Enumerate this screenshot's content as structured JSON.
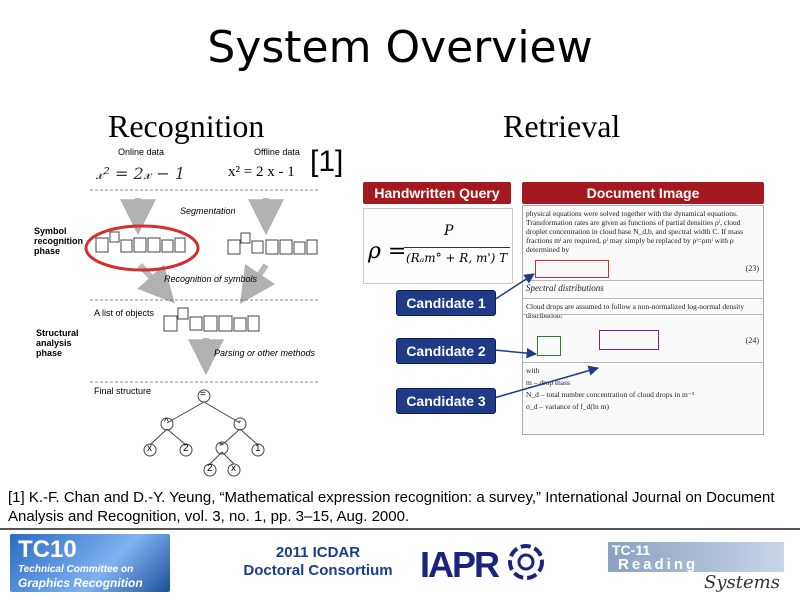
{
  "title": "System Overview",
  "recognition": {
    "heading": "Recognition",
    "online_label": "Online data",
    "offline_label": "Offline data",
    "online_expr": "𝓍² = 2𝓍 − 1",
    "offline_expr": "x² = 2 x - 1",
    "segmentation": "Segmentation",
    "phase1": [
      "Symbol",
      "recognition",
      "phase"
    ],
    "recognition_of_symbols": "Recognition of symbols",
    "list_of_objects": "A list of objects",
    "phase2": [
      "Structural",
      "analysis",
      "phase"
    ],
    "parsing": "Parsing or other methods",
    "final_structure": "Final structure",
    "tokens": [
      "x",
      "2",
      "=",
      "2",
      "x",
      "-",
      "1"
    ],
    "tree_nodes": {
      "root": "=",
      "pow": "^",
      "minus": "-",
      "x": "x",
      "two": "2",
      "mul": "*",
      "one": "1",
      "two_b": "2",
      "x_b": "x"
    }
  },
  "citation_marker": "[1]",
  "retrieval": {
    "heading": "Retrieval",
    "query_header": "Handwritten Query",
    "doc_header": "Document Image",
    "query_lhs": "ρ =",
    "query_num": "P",
    "query_den": "(Rₐm° + R, m') T",
    "candidates": [
      "Candidate 1",
      "Candidate 2",
      "Candidate 3"
    ],
    "doc_text": {
      "para1": "physical equations were solved together with the dynamical equations. Transformation rates are given as functions of partial densities ρⁱ, cloud droplet concentration in cloud base N_d,b, and spectral width C. If mass fractions mⁱ are required, ρⁱ may simply be replaced by ρⁱ=ρmⁱ with ρ determined by",
      "eq23": "(23)",
      "section": "Spectral distributions",
      "para2": "Cloud drops are assumed to follow a non-normalized log-normal density distribution:",
      "eq24": "(24)",
      "with": "with",
      "def1": "m – drop mass",
      "def2": "N_d – total number concentration of cloud drops in m⁻³",
      "def3": "σ_d – variance of f_d(ln m)"
    }
  },
  "reference": "[1] K.-F. Chan and D.-Y. Yeung, “Mathematical expression recognition: a survey,” International Journal on Document Analysis and Recognition, vol. 3, no. 1, pp. 3–15, Aug. 2000.",
  "footer": {
    "tc10": "TC10",
    "tc10_line1": "Technical Committee on",
    "tc10_line2": "Graphics Recognition",
    "icdar_line1": "2011 ICDAR",
    "icdar_line2": "Doctoral Consortium",
    "iapr": "IAPR",
    "tc11": "TC-11",
    "reading": "Reading",
    "systems": "Systems"
  },
  "colors": {
    "query_header": "#a3191e",
    "candidate": "#1f3a86",
    "circle": "#d32f2f",
    "cand1_box": "#d32f2f",
    "cand2_box": "#2e7d32",
    "cand3_box": "#7b1fa2"
  }
}
